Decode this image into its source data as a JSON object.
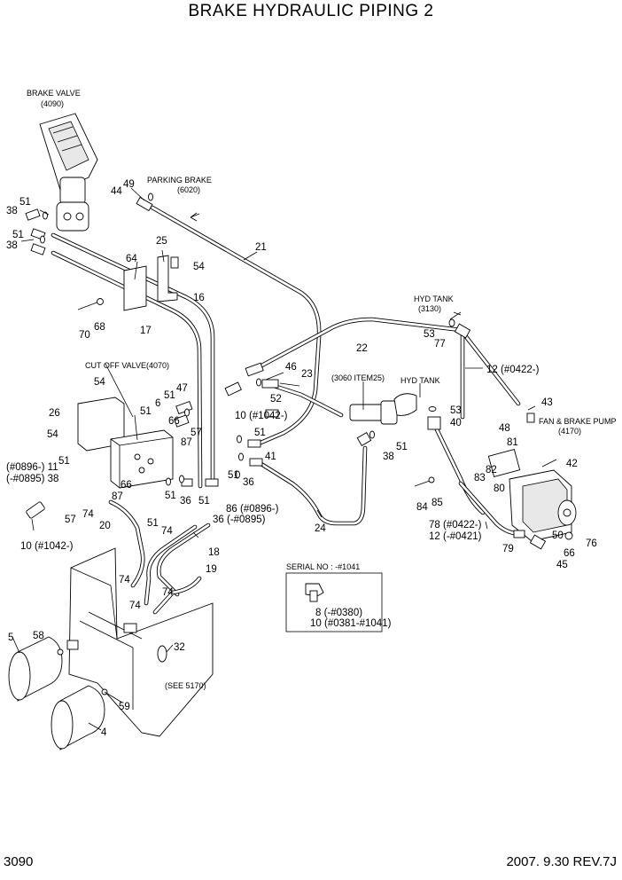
{
  "header": {
    "title": "BRAKE HYDRAULIC PIPING 2"
  },
  "footer": {
    "page_number": "3090",
    "revision": "2007. 9.30  REV.7J"
  },
  "annotations": {
    "brake_valve": "BRAKE VALVE",
    "brake_valve_ref": "(4090)",
    "parking_brake": "PARKING BRAKE",
    "parking_brake_ref": "(6020)",
    "cut_off_valve": "CUT OFF VALVE(4070)",
    "hyd_tank_top": "HYD TANK",
    "hyd_tank_top_ref": "(3130)",
    "hyd_tank_mid": "HYD TANK",
    "item_3060": "(3060 ITEM25)",
    "fan_brake_pump": "FAN & BRAKE PUMP",
    "fan_brake_pump_ref": "(4170)",
    "serial_no": "SERIAL NO : -#1041",
    "see_5170": "(SEE 5170)"
  },
  "callouts": {
    "c49": "49",
    "c44": "44",
    "c51a": "51",
    "c38a": "38",
    "c51b": "51",
    "c38b": "38",
    "c25": "25",
    "c64": "64",
    "c54a": "54",
    "c21": "21",
    "c16": "16",
    "c17": "17",
    "c70": "70",
    "c68": "68",
    "c22": "22",
    "c53a": "53",
    "c77": "77",
    "c12a": "12 (#0422-)",
    "c46": "46",
    "c23": "23",
    "c52": "52",
    "c10a": "10 (#1042-)",
    "c6": "6",
    "c51c": "51",
    "c47": "47",
    "c54b": "54",
    "c26": "26",
    "c51d": "51",
    "c66a": "66",
    "c87a": "87",
    "c57a": "57",
    "c54c": "54",
    "c53b": "53",
    "c40": "40",
    "c43": "43",
    "c48": "48",
    "c81": "81",
    "c82": "82",
    "c83": "83",
    "c42": "42",
    "c80": "80",
    "c84": "84",
    "c85": "85",
    "c78": "78 (#0422-)",
    "c12b": "12 (-#0421)",
    "c79": "79",
    "c50": "50",
    "c76": "76",
    "c66b": "66",
    "c45": "45",
    "c51e": "51",
    "c41": "41",
    "c51f": "51",
    "c36a": "36",
    "c51g": "51",
    "c38c": "38",
    "c24": "24",
    "c0896a": "(#0896-) 11",
    "c0895a": "(-#0895) 38",
    "c51h": "51",
    "c66c": "66",
    "c87b": "87",
    "c51i": "51",
    "c36b": "36",
    "c51j": "51",
    "c86": "86 (#0896-)",
    "c36c": "36 (-#0895)",
    "c57b": "57",
    "c74a": "74",
    "c20": "20",
    "c51k": "51",
    "c74b": "74",
    "c18": "18",
    "c10b": "10 (#1042-)",
    "c19": "19",
    "c74c": "74",
    "c74d": "74",
    "c74e": "74",
    "c32": "32",
    "c5": "5",
    "c58": "58",
    "c59": "59",
    "c4": "4",
    "c8": "8 (-#0380)",
    "c10c": "10 (#0381-#1041)"
  }
}
